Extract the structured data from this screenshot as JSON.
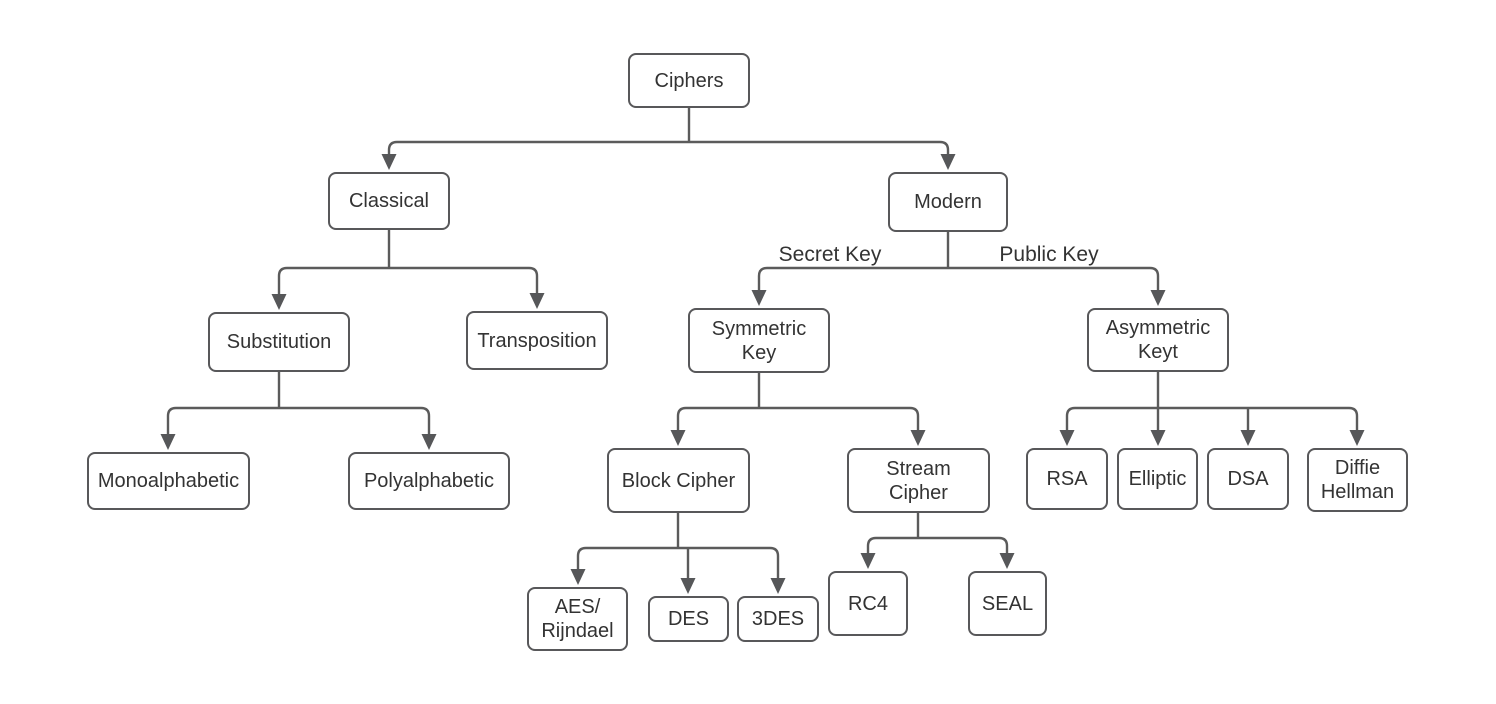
{
  "diagram": {
    "nodes": {
      "ciphers": {
        "label": "Ciphers"
      },
      "classical": {
        "label": "Classical"
      },
      "modern": {
        "label": "Modern"
      },
      "substitution": {
        "label": "Substitution"
      },
      "transposition": {
        "label": "Transposition"
      },
      "symmetric_key": {
        "label": "Symmetric\nKey"
      },
      "asymmetric_key": {
        "label": "Asymmetric\nKeyt"
      },
      "monoalphabetic": {
        "label": "Monoalphabetic"
      },
      "polyalphabetic": {
        "label": "Polyalphabetic"
      },
      "block_cipher": {
        "label": "Block Cipher"
      },
      "stream_cipher": {
        "label": "Stream\nCipher"
      },
      "aes_rijndael": {
        "label": "AES/\nRijndael"
      },
      "des": {
        "label": "DES"
      },
      "tdes": {
        "label": "3DES"
      },
      "rc4": {
        "label": "RC4"
      },
      "seal": {
        "label": "SEAL"
      },
      "rsa": {
        "label": "RSA"
      },
      "elliptic": {
        "label": "Elliptic"
      },
      "dsa": {
        "label": "DSA"
      },
      "diffie_hellman": {
        "label": "Diffie\nHellman"
      }
    },
    "edge_labels": {
      "secret_key": "Secret Key",
      "public_key": "Public Key"
    },
    "edges": [
      {
        "from": "Ciphers",
        "to": "Classical"
      },
      {
        "from": "Ciphers",
        "to": "Modern"
      },
      {
        "from": "Classical",
        "to": "Substitution"
      },
      {
        "from": "Classical",
        "to": "Transposition"
      },
      {
        "from": "Substitution",
        "to": "Monoalphabetic"
      },
      {
        "from": "Substitution",
        "to": "Polyalphabetic"
      },
      {
        "from": "Modern",
        "to": "Symmetric Key",
        "label": "Secret Key"
      },
      {
        "from": "Modern",
        "to": "Asymmetric Keyt",
        "label": "Public Key"
      },
      {
        "from": "Symmetric Key",
        "to": "Block Cipher"
      },
      {
        "from": "Symmetric Key",
        "to": "Stream Cipher"
      },
      {
        "from": "Block Cipher",
        "to": "AES/Rijndael"
      },
      {
        "from": "Block Cipher",
        "to": "DES"
      },
      {
        "from": "Block Cipher",
        "to": "3DES"
      },
      {
        "from": "Stream Cipher",
        "to": "RC4"
      },
      {
        "from": "Stream Cipher",
        "to": "SEAL"
      },
      {
        "from": "Asymmetric Keyt",
        "to": "RSA"
      },
      {
        "from": "Asymmetric Keyt",
        "to": "Elliptic"
      },
      {
        "from": "Asymmetric Keyt",
        "to": "DSA"
      },
      {
        "from": "Asymmetric Keyt",
        "to": "Diffie Hellman"
      }
    ],
    "colors": {
      "node_border": "#58585a",
      "connector_line": "#5b5b5b",
      "arrowhead": "#565759",
      "text": "#333333",
      "background": "#ffffff"
    }
  }
}
